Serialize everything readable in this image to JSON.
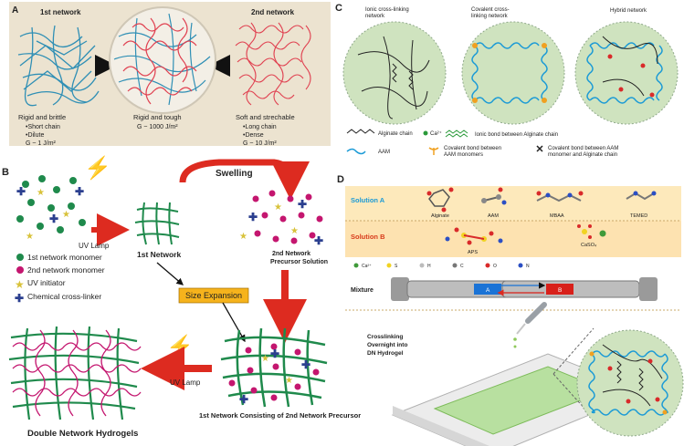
{
  "panels": {
    "a": {
      "letter": "A",
      "first_network": "1st network",
      "second_network": "2nd network",
      "left_title": "Rigid and brittle",
      "left_b1": "•Short chain",
      "left_b2": "•Dilute",
      "left_g": "G ~ 1 J/m²",
      "mid_title": "Rigid and tough",
      "mid_g": "G ~ 1000 J/m²",
      "right_title": "Soft and strechable",
      "right_b1": "•Long chain",
      "right_b2": "•Dense",
      "right_g": "G ~ 10 J/m²"
    },
    "b": {
      "letter": "B",
      "swelling": "Swelling",
      "uv_lamp_top": "UV Lamp",
      "uv_lamp_bottom": "UV Lamp",
      "first_network": "1st Network",
      "precursor_1": "2nd Network",
      "precursor_2": "Precursor Solution",
      "legend_1": "1st network monomer",
      "legend_2": "2nd network monomer",
      "legend_3": "UV initiator",
      "legend_4": "Chemical cross-linker",
      "size_expansion": "Size Expansion",
      "double_network": "Double Network Hydrogels",
      "consisting": "1st Network Consisting of 2nd Network Precursor"
    },
    "c": {
      "letter": "C",
      "ionic_1": "Ionic cross-linking",
      "ionic_2": "network",
      "covalent_1": "Covalent cross-",
      "covalent_2": "linking network",
      "hybrid": "Hybrid network",
      "leg_alginate": "Alginate chain",
      "leg_ca": "Ca²⁺",
      "leg_ionic": "Ionic bond between Alginate chain",
      "leg_aam": "AAM",
      "leg_cov_1": "Covalent bond between",
      "leg_cov_2": "AAM monomers",
      "leg_cov_aam_1": "Covalent bond between AAM",
      "leg_cov_aam_2": "monomer and Alginate chain"
    },
    "d": {
      "letter": "D",
      "solution_a": "Solution A",
      "solution_b": "Solution B",
      "alginate": "Alginate",
      "aam": "AAM",
      "mbaa": "MBAA",
      "temed": "TEMED",
      "aps": "APS",
      "caso4": "CaSO₄",
      "atoms": [
        "Ca²⁺",
        "S",
        "H",
        "C",
        "O",
        "N"
      ],
      "mixture": "Mixture",
      "syringe_a": "A",
      "syringe_b": "B",
      "crosslink_1": "Crosslinking",
      "crosslink_2": "Overnight into",
      "crosslink_3": "DN  Hydrogel"
    }
  },
  "colors": {
    "panel_a_bg": "#ece3d0",
    "first_net": "#2f8fb5",
    "second_net": "#e04050",
    "green_net": "#1f8a4c",
    "magenta": "#c4166f",
    "navy": "#2b3f8f",
    "star": "#d8c23a",
    "arrow_red": "#dd2b20",
    "size_box": "#f6b31c",
    "circle_green": "#cfe3bf",
    "aam_blue": "#1a9ad6",
    "solution_bg": "#fde9bb",
    "solution_a_text": "#1a9ad6",
    "solution_b_text": "#d83a1a"
  }
}
